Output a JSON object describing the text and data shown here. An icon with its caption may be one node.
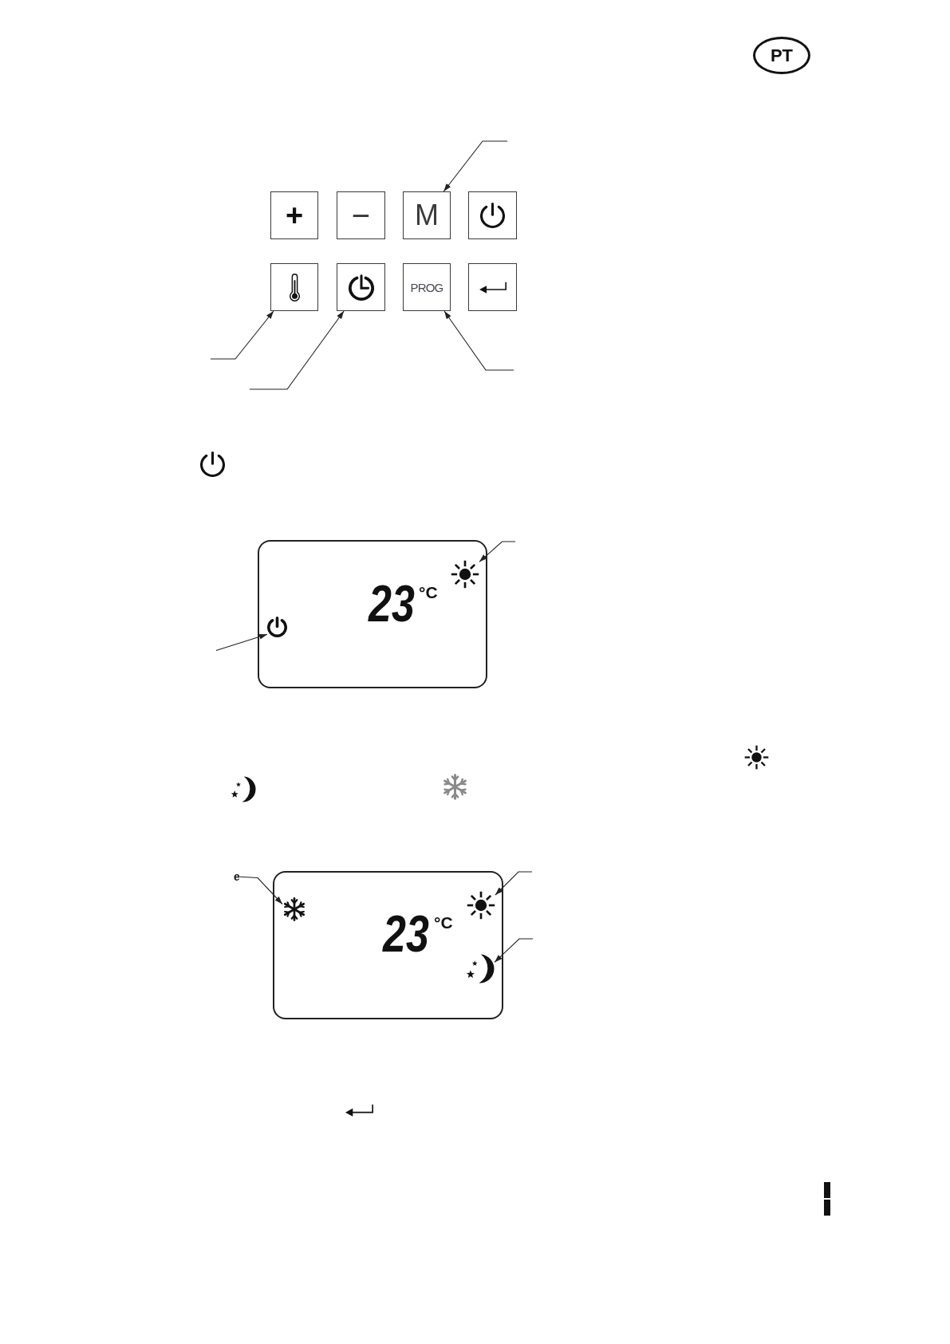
{
  "diagram": {
    "nodes": [
      {
        "text": [
          "PT"
        ]
      },
      {
        "text": [
          "+"
        ]
      },
      {
        "text": [
          "−"
        ]
      },
      {
        "text": [
          "M"
        ]
      },
      {
        "text": [],
        "shape": "box"
      },
      {
        "text": [],
        "shape": "box"
      },
      {
        "text": [],
        "shape": "box"
      },
      {
        "text": [
          "PROG"
        ]
      },
      {
        "text": [],
        "shape": "box"
      },
      {
        "text": [
          "23",
          "°C"
        ]
      },
      {
        "text": [],
        "shape": "picture",
        "in": 9
      },
      {
        "text": [],
        "shape": "picture",
        "in": 9
      },
      {
        "text": [
          "e"
        ]
      },
      {
        "text": [
          "23",
          "°C"
        ]
      },
      {
        "text": [],
        "shape": "picture",
        "in": 13
      },
      {
        "text": [],
        "shape": "picture",
        "in": 13
      },
      {
        "text": [],
        "shape": "picture",
        "in": 13
      }
    ],
    "edges": [
      {
        "from": null,
        "to": 3,
        "arrow": "to"
      },
      {
        "from": null,
        "to": 5,
        "arrow": "to"
      },
      {
        "from": null,
        "to": 6,
        "arrow": "to"
      },
      {
        "from": null,
        "to": 7,
        "arrow": "to"
      },
      {
        "from": null,
        "to": 10,
        "arrow": "to"
      },
      {
        "from": null,
        "to": 11,
        "arrow": "to"
      },
      {
        "from": 12,
        "to": 14,
        "arrow": "to"
      },
      {
        "from": null,
        "to": 15,
        "arrow": "to"
      },
      {
        "from": null,
        "to": 16,
        "arrow": "to"
      }
    ]
  }
}
